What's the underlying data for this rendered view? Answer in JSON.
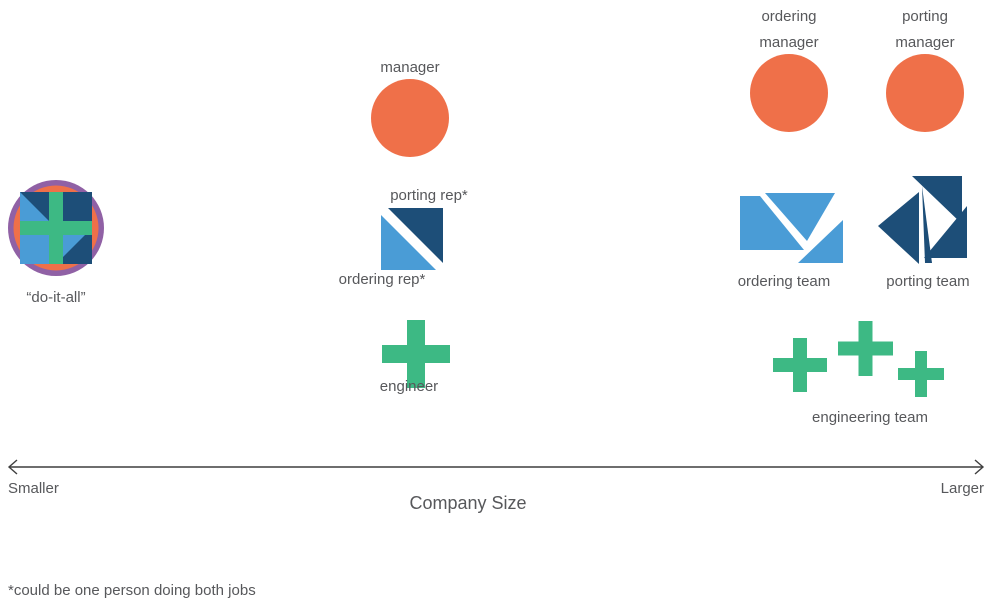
{
  "colors": {
    "orange": "#ef7049",
    "navy": "#1d4e78",
    "blue": "#4a9cd6",
    "green": "#3db984",
    "purple": "#9061a5",
    "text": "#57585b",
    "axis": "#3f3f3f"
  },
  "doitall": {
    "label": "“do-it-all”"
  },
  "mid": {
    "manager_label": "manager",
    "porting_rep_label": "porting rep*",
    "ordering_rep_label": "ordering rep*",
    "engineer_label": "engineer"
  },
  "right": {
    "ordering_manager": {
      "line1": "ordering",
      "line2": "manager"
    },
    "porting_manager": {
      "line1": "porting",
      "line2": "manager"
    },
    "ordering_team_label": "ordering team",
    "porting_team_label": "porting team",
    "engineering_team_label": "engineering team"
  },
  "axis": {
    "left_label": "Smaller",
    "right_label": "Larger",
    "title": "Company Size"
  },
  "footnote": "*could be one person doing both jobs"
}
